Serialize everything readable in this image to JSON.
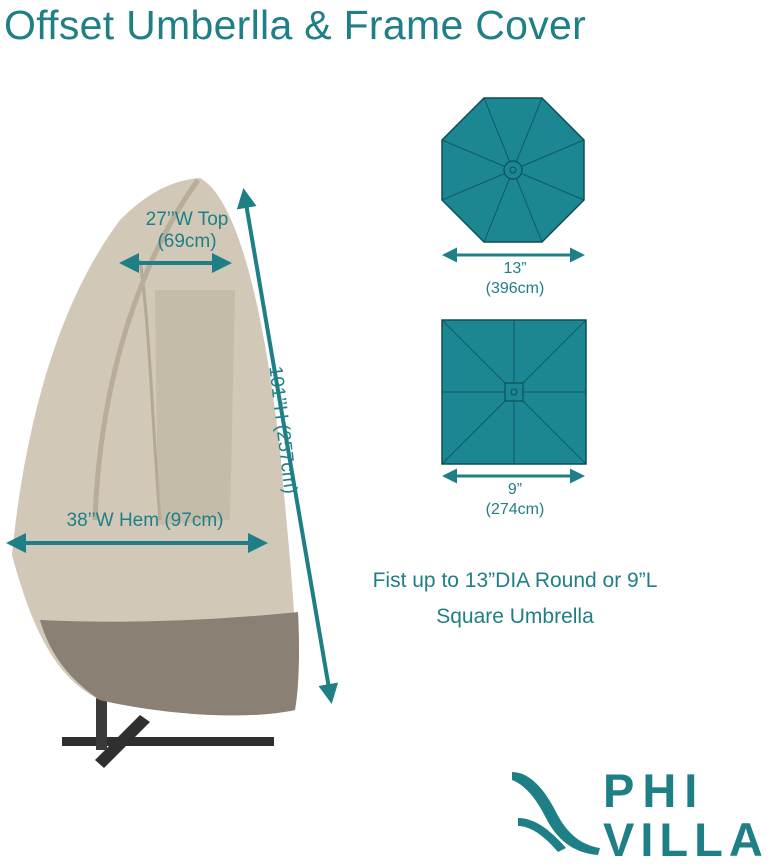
{
  "title": "Offset Umberlla & Frame Cover",
  "dimensions": {
    "top_width": "27’’W Top",
    "top_width_cm": "(69cm)",
    "hem_width": "38’’W Hem (97cm)",
    "height": "101’’H (257cm)"
  },
  "round_umbrella": {
    "size": "13”",
    "size_cm": "(396cm)"
  },
  "square_umbrella": {
    "size": "9”",
    "size_cm": "(274cm)"
  },
  "fit_text": {
    "line1": "Fist up to 13”DIA Round or 9”L",
    "line2": "Square Umbrella"
  },
  "brand": {
    "line1": "PHI",
    "line2": "VILLA"
  },
  "colors": {
    "accent": "#1f7f86",
    "umbrella_fill": "#1c8793",
    "cover_light": "#c9bfae",
    "cover_dark": "#8a8074",
    "stand": "#2f2f2f"
  }
}
